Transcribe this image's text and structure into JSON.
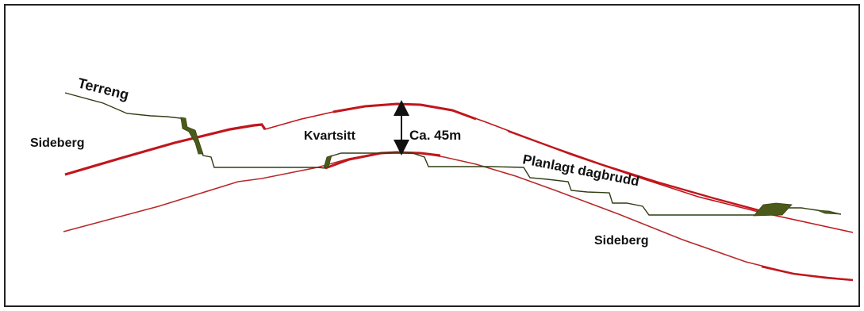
{
  "labels": {
    "terreng": "Terreng",
    "sideberg_left": "Sideberg",
    "kvartsitt": "Kvartsitt",
    "thickness": "Ca. 45m",
    "planlagt_dagbrudd": "Planlagt dagbrudd",
    "sideberg_bottom": "Sideberg"
  },
  "colors": {
    "border": "#222222",
    "contact": "#c0161c",
    "contact_thin": "#b33a3a",
    "terrain": "#2f3d14",
    "terrain_fill": "#4b5a1a",
    "arrow": "#111111"
  }
}
